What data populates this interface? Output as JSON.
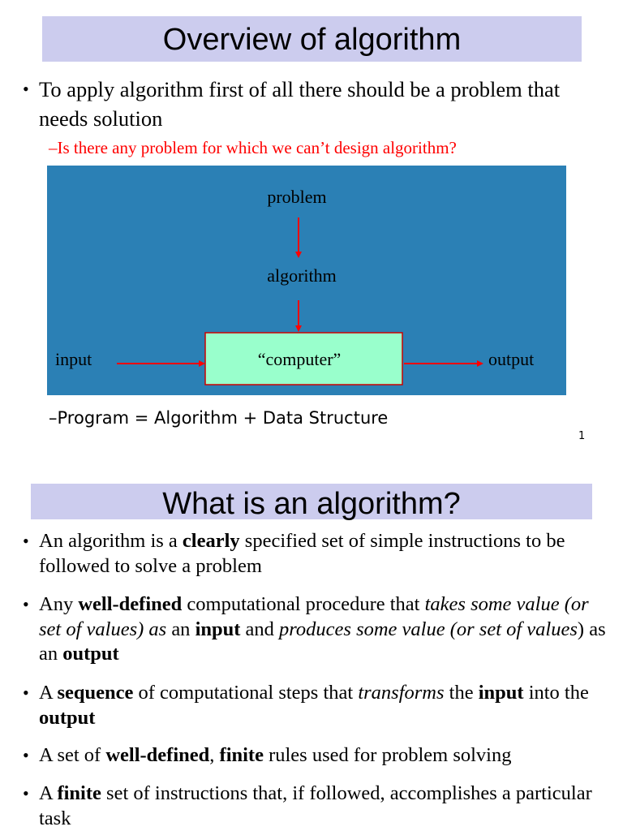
{
  "slide1": {
    "title": "Overview of algorithm",
    "bullet1": "To apply algorithm first of all there should be a problem that needs solution",
    "sub_bullet": "–Is there any problem for which we can’t design algorithm?",
    "diagram": {
      "problem": "problem",
      "algorithm": "algorithm",
      "computer": "“computer”",
      "input": "input",
      "output": "output",
      "colors": {
        "background": "#2b80b5",
        "computer_box": "#99ffcc",
        "arrow": "#ff0000"
      }
    },
    "program_line": "–Program = Algorithm + Data Structure",
    "page_number": "1"
  },
  "slide2": {
    "title": "What is an algorithm?",
    "bullets": [
      [
        {
          "t": "An algorithm is a "
        },
        {
          "t": "clearly",
          "s": "b"
        },
        {
          "t": " specified set of simple instructions to be followed to solve a problem"
        }
      ],
      [
        {
          "t": "Any "
        },
        {
          "t": "well-defined",
          "s": "b"
        },
        {
          "t": " computational procedure that "
        },
        {
          "t": "takes some value (or set of values) as",
          "s": "i"
        },
        {
          "t": " an "
        },
        {
          "t": "input",
          "s": "b"
        },
        {
          "t": " and "
        },
        {
          "t": "produces some value (or set of values",
          "s": "i"
        },
        {
          "t": ") as an "
        },
        {
          "t": "output",
          "s": "b"
        }
      ],
      [
        {
          "t": "A "
        },
        {
          "t": "sequence",
          "s": "b"
        },
        {
          "t": " of computational steps that "
        },
        {
          "t": "transforms",
          "s": "i"
        },
        {
          "t": " the "
        },
        {
          "t": "input",
          "s": "b"
        },
        {
          "t": " into the "
        },
        {
          "t": "output",
          "s": "b"
        }
      ],
      [
        {
          "t": "A set of "
        },
        {
          "t": "well-defined",
          "s": "b"
        },
        {
          "t": ", "
        },
        {
          "t": "finite",
          "s": "b"
        },
        {
          "t": " rules used for problem solving"
        }
      ],
      [
        {
          "t": "A "
        },
        {
          "t": "finite",
          "s": "b"
        },
        {
          "t": " set of instructions that, if followed, accomplishes a particular task"
        }
      ]
    ]
  }
}
